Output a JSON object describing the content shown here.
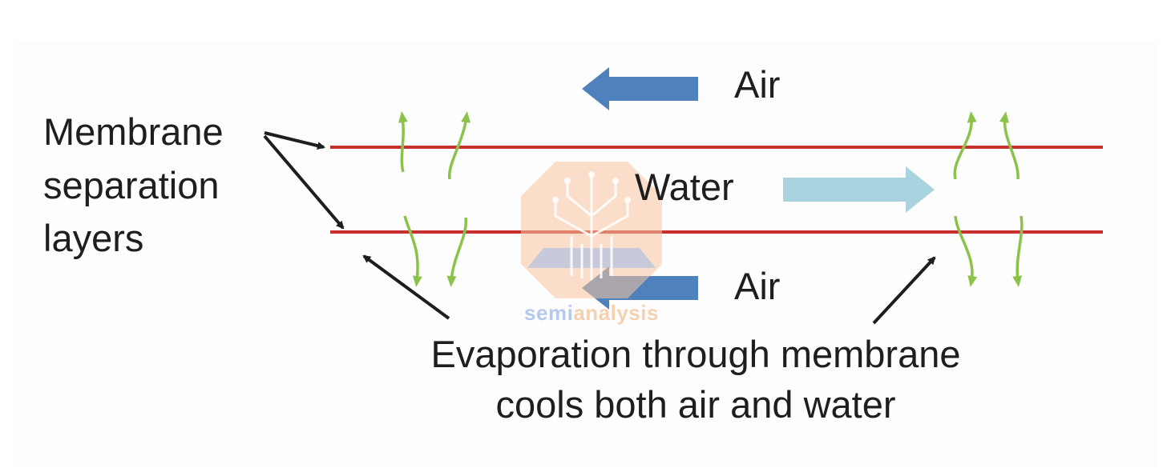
{
  "labels": {
    "air_top": "Air",
    "air_bottom": "Air",
    "water": "Water",
    "membrane_lines": [
      "Membrane",
      "separation",
      "layers"
    ],
    "evaporation_lines": [
      "Evaporation through membrane",
      "cools both air and water"
    ]
  },
  "watermark": {
    "text_part1": "semi",
    "text_part2": "analysis"
  },
  "colors": {
    "membrane": "#c7302e",
    "air_arrow": "#4f81bd",
    "water_arrow": "#a9d3de",
    "vapor_arrow": "#8cc24a",
    "pointer_arrow": "#1e1e1e",
    "watermark_orange": "#f7c59f",
    "watermark_blue": "#9fb8e8"
  },
  "icons": [
    "left-arrow-icon",
    "right-arrow-icon",
    "up-arrow-icon",
    "down-arrow-icon",
    "tree-circuit-logo-icon"
  ]
}
